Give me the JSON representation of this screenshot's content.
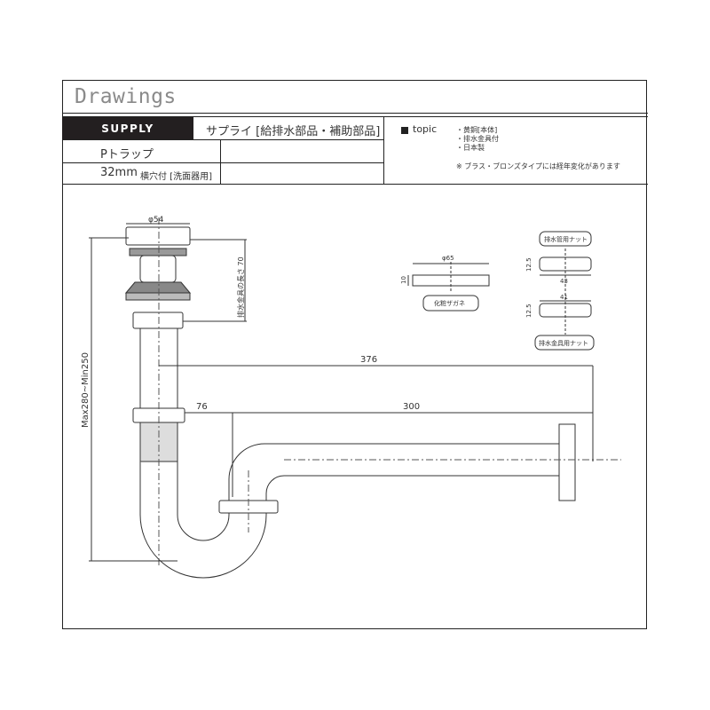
{
  "title": "Drawings",
  "header": {
    "category_badge": "SUPPLY",
    "category_jp": "サプライ [給排水部品・補助部品]",
    "product_name": "Pトラップ",
    "spec_size": "32mm",
    "spec_detail": "横穴付 [洗面器用]",
    "topic_label": "topic",
    "topic_items": [
      "・黄銅[本体]",
      "・排水金具付",
      "・日本製"
    ],
    "topic_note": "※ ブラス・ブロンズタイプには経年変化があります"
  },
  "drawing": {
    "dim_top_diameter": "φ54",
    "dim_drain_length": "排水金具の長さ 70",
    "dim_height_range": "Max280~Min250",
    "dim_376": "376",
    "dim_300": "300",
    "dim_76": "76",
    "washer": {
      "dim_diameter": "φ65",
      "dim_height": "10",
      "label": "化粧ザガネ"
    },
    "nut_pipe": {
      "label": "排水管用ナット",
      "dim_height": "12.5",
      "dim_width": "43"
    },
    "nut_drain": {
      "label": "排水金具用ナット",
      "dim_height": "12.5",
      "dim_width": "41"
    }
  }
}
